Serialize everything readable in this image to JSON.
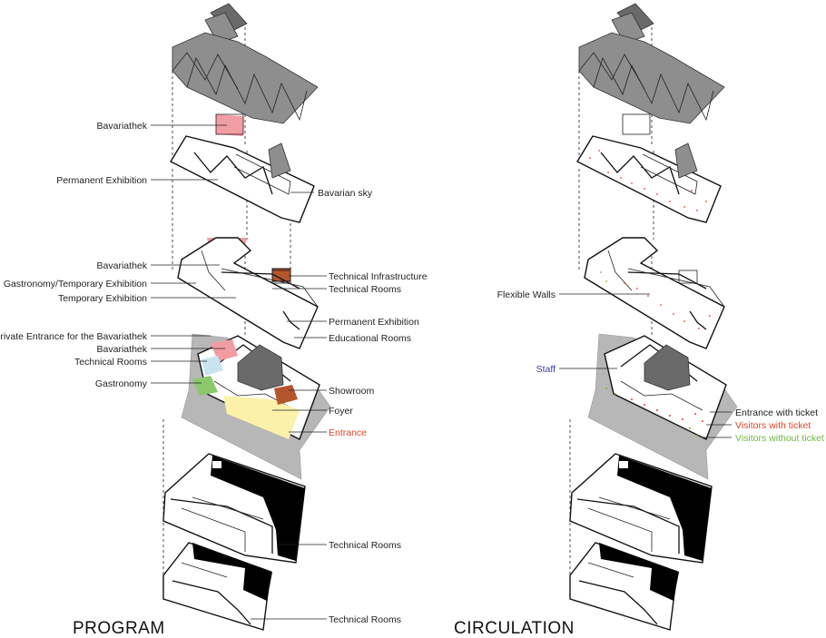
{
  "left": {
    "title": "PROGRAM",
    "labels": {
      "bavariathek_1": "Bavariathek",
      "permanent_exhibition_1": "Permanent Exhibition",
      "bavarian_sky": "Bavarian sky",
      "bavariathek_2": "Bavariathek",
      "gastronomy_temporary": "Gastronomy/Temporary Exhibition",
      "temporary_exhibition": "Temporary Exhibition",
      "technical_infrastructure": "Technical Infrastructure",
      "technical_rooms_1": "Technical Rooms",
      "permanent_exhibition_2": "Permanent Exhibition",
      "educational_rooms": "Educational Rooms",
      "private_entrance": "Private Entrance for the Bavariathek",
      "bavariathek_3": "Bavariathek",
      "technical_rooms_2": "Technical Rooms",
      "gastronomy": "Gastronomy",
      "showroom": "Showroom",
      "foyer": "Foyer",
      "entrance": "Entrance",
      "technical_rooms_3": "Technical Rooms",
      "technical_rooms_4": "Technical Rooms"
    }
  },
  "right": {
    "title": "CIRCULATION",
    "labels": {
      "flexible_walls": "Flexible Walls",
      "staff": "Staff",
      "entrance_with_ticket": "Entrance with ticket",
      "visitors_with_ticket": "Visitors with ticket",
      "visitors_without_ticket": "Visitors without ticket"
    }
  },
  "colors": {
    "permanent_exhibition": "#8fd3e3",
    "bavariathek": "#f29ca3",
    "temporary_exhibition": "#f5a04a",
    "gastronomy": "#8cc86a",
    "foyer": "#fbf1a8",
    "educational": "#3aa7b0",
    "technical": "#c7e4ef",
    "showroom": "#b5552c",
    "staff_label": "#3a3aa8",
    "visitors_with_ticket": "#e0452a",
    "visitors_without_ticket": "#6fb83f"
  }
}
